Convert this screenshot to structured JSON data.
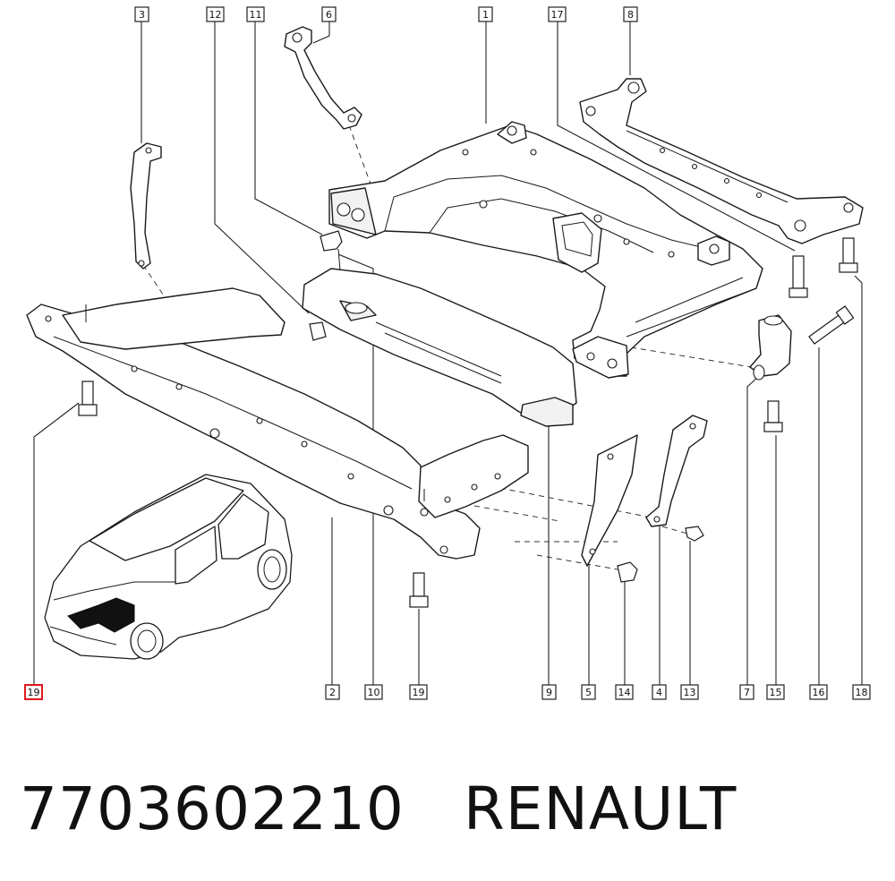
{
  "callouts": {
    "c1": "1",
    "c2": "2",
    "c3": "3",
    "c4": "4",
    "c5": "5",
    "c6": "6",
    "c7": "7",
    "c8": "8",
    "c9": "9",
    "c10": "10",
    "c11": "11",
    "c12": "12",
    "c13": "13",
    "c14": "14",
    "c15": "15",
    "c16": "16",
    "c17": "17",
    "c18": "18",
    "c19_top": "19",
    "c19_bottom": "19"
  },
  "highlight_color": "#e0191c",
  "caption": {
    "part_number": "7703602210",
    "brand": "RENAULT"
  }
}
